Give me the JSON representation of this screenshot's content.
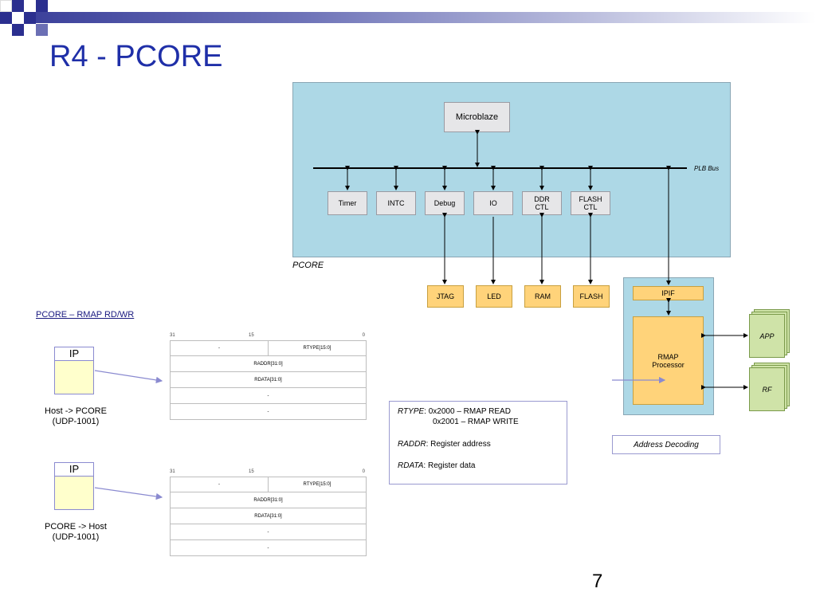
{
  "slide": {
    "title": "R4 - PCORE",
    "page_number": "7"
  },
  "pcore_diagram": {
    "container_label": "PCORE",
    "bus_label": "PLB Bus",
    "cpu": "Microblaze",
    "peripherals": [
      {
        "line1": "Timer",
        "line2": ""
      },
      {
        "line1": "INTC",
        "line2": ""
      },
      {
        "line1": "Debug",
        "line2": ""
      },
      {
        "line1": "IO",
        "line2": ""
      },
      {
        "line1": "DDR",
        "line2": "CTL"
      },
      {
        "line1": "FLASH",
        "line2": "CTL"
      }
    ],
    "externals": [
      "JTAG",
      "LED",
      "RAM",
      "FLASH"
    ],
    "ipif": "IPIF",
    "rmap_processor": {
      "line1": "RMAP",
      "line2": "Processor"
    },
    "side_blocks": [
      "APP",
      "RF"
    ],
    "address_decoding": "Address Decoding"
  },
  "rmap": {
    "link_text": "PCORE – RMAP RD/WR ",
    "ip_label": "IP",
    "host_to_pcore": {
      "line1": "Host -> PCORE",
      "line2": "(UDP-1001)"
    },
    "pcore_to_host": {
      "line1": "PCORE -> Host",
      "line2": "(UDP-1001)"
    },
    "packet": {
      "bit_labels": [
        "31",
        "15",
        "0"
      ],
      "row1_left": "-",
      "row1_right": "RTYPE[15:0]",
      "raddr": "RADDR[31:0]",
      "rdata": "RDATA[31:0]",
      "row4": "-",
      "row5": "-"
    },
    "legend": {
      "rtype_key": "RTYPE",
      "rtype_val1": ": 0x2000 – RMAP READ",
      "rtype_val2": "0x2001 – RMAP WRITE",
      "raddr_key": "RADDR",
      "raddr_val": ": Register address",
      "rdata_key": "RDATA",
      "rdata_val": ": Register data"
    }
  },
  "colors": {
    "title": "#1f2fa8",
    "pcore_bg": "#add8e6",
    "peripheral_bg": "#e6e6e8",
    "external_bg": "#ffd37a",
    "side_block_bg": "#cfe3a8",
    "ip_bg": "#ffffcc"
  }
}
